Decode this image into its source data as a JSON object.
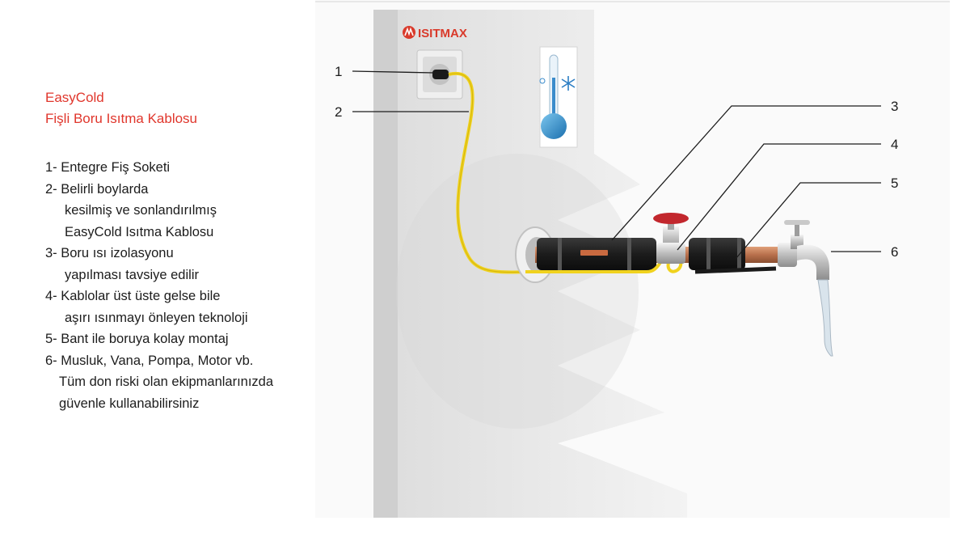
{
  "brand": {
    "name": "ISITMAX",
    "color": "#d93a2b"
  },
  "product": {
    "line1": "EasyCold",
    "line2": "Fişli Boru Isıtma Kablosu"
  },
  "legend": [
    {
      "lines": [
        "1- Entegre Fiş Soketi"
      ]
    },
    {
      "lines": [
        "2- Belirli boylarda",
        "kesilmiş ve sonlandırılmış",
        "EasyCold Isıtma Kablosu"
      ]
    },
    {
      "lines": [
        "3- Boru ısı izolasyonu",
        "yapılması tavsiye edilir"
      ]
    },
    {
      "lines": [
        "4- Kablolar üst üste gelse bile",
        "aşırı ısınmayı önleyen teknoloji"
      ]
    },
    {
      "lines": [
        "5- Bant ile boruya kolay montaj"
      ]
    },
    {
      "lines": [
        "6- Musluk, Vana, Pompa, Motor vb.",
        "Tüm don riski olan ekipmanlarınızda",
        "güvenle kullanabilirsiniz"
      ]
    }
  ],
  "callouts": [
    "1",
    "2",
    "3",
    "4",
    "5",
    "6"
  ],
  "colors": {
    "cable": "#f0d21e",
    "insulation": "#1f1f1f",
    "pipe": "#c9825a",
    "wall": "#e6e6e6",
    "accent": "#e0362c"
  }
}
